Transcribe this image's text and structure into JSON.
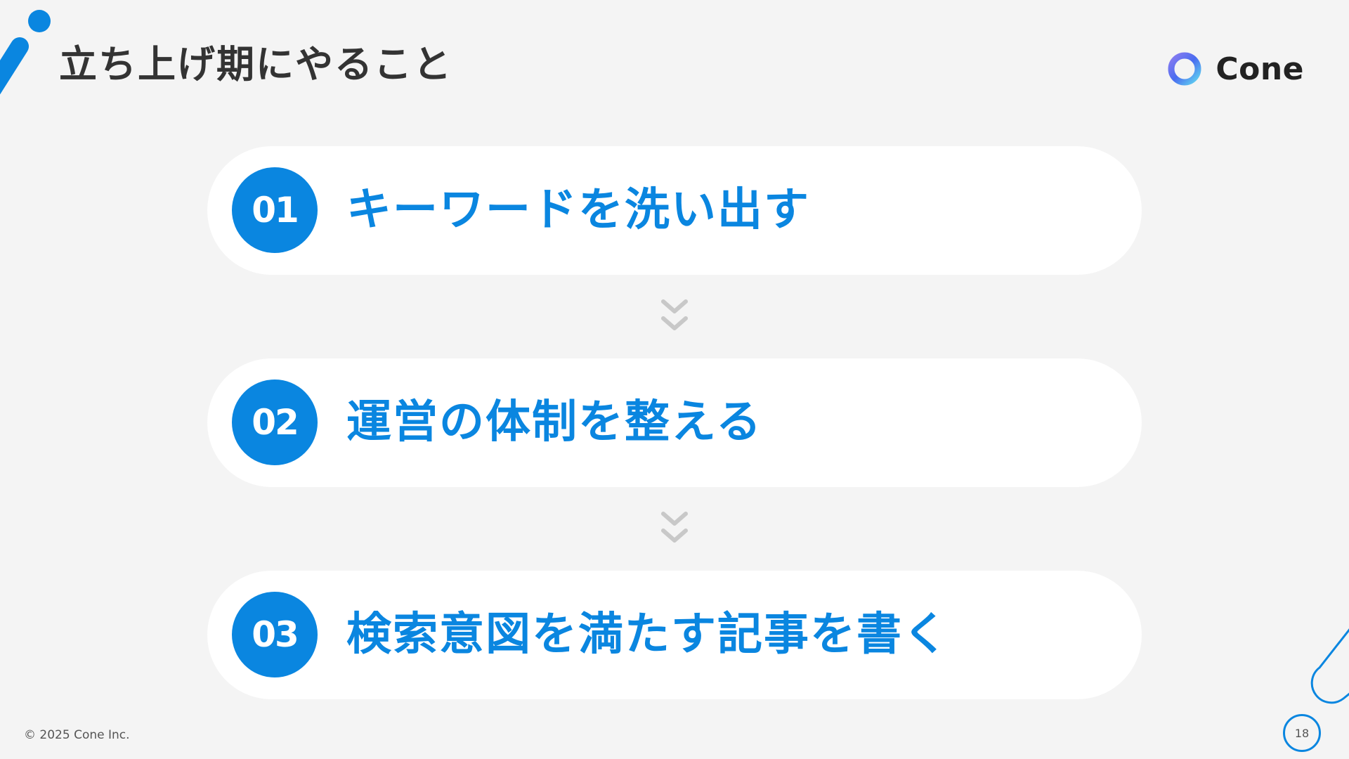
{
  "slide": {
    "title": "立ち上げ期にやること",
    "logo": {
      "text": "Cone",
      "icon": "cone-ring-logo-icon"
    },
    "steps": [
      {
        "number": "01",
        "label": "キーワードを洗い出す"
      },
      {
        "number": "02",
        "label": "運営の体制を整える"
      },
      {
        "number": "03",
        "label": "検索意図を満たす記事を書く"
      }
    ],
    "step_connector_icon": "double-chevron-down-icon",
    "copyright": "© 2025 Cone Inc.",
    "page_number": "18"
  },
  "colors": {
    "background": "#f4f4f4",
    "accent": "#0a86e0",
    "title_text": "#333333",
    "card": "#ffffff",
    "chevron": "#c8c8c8"
  }
}
